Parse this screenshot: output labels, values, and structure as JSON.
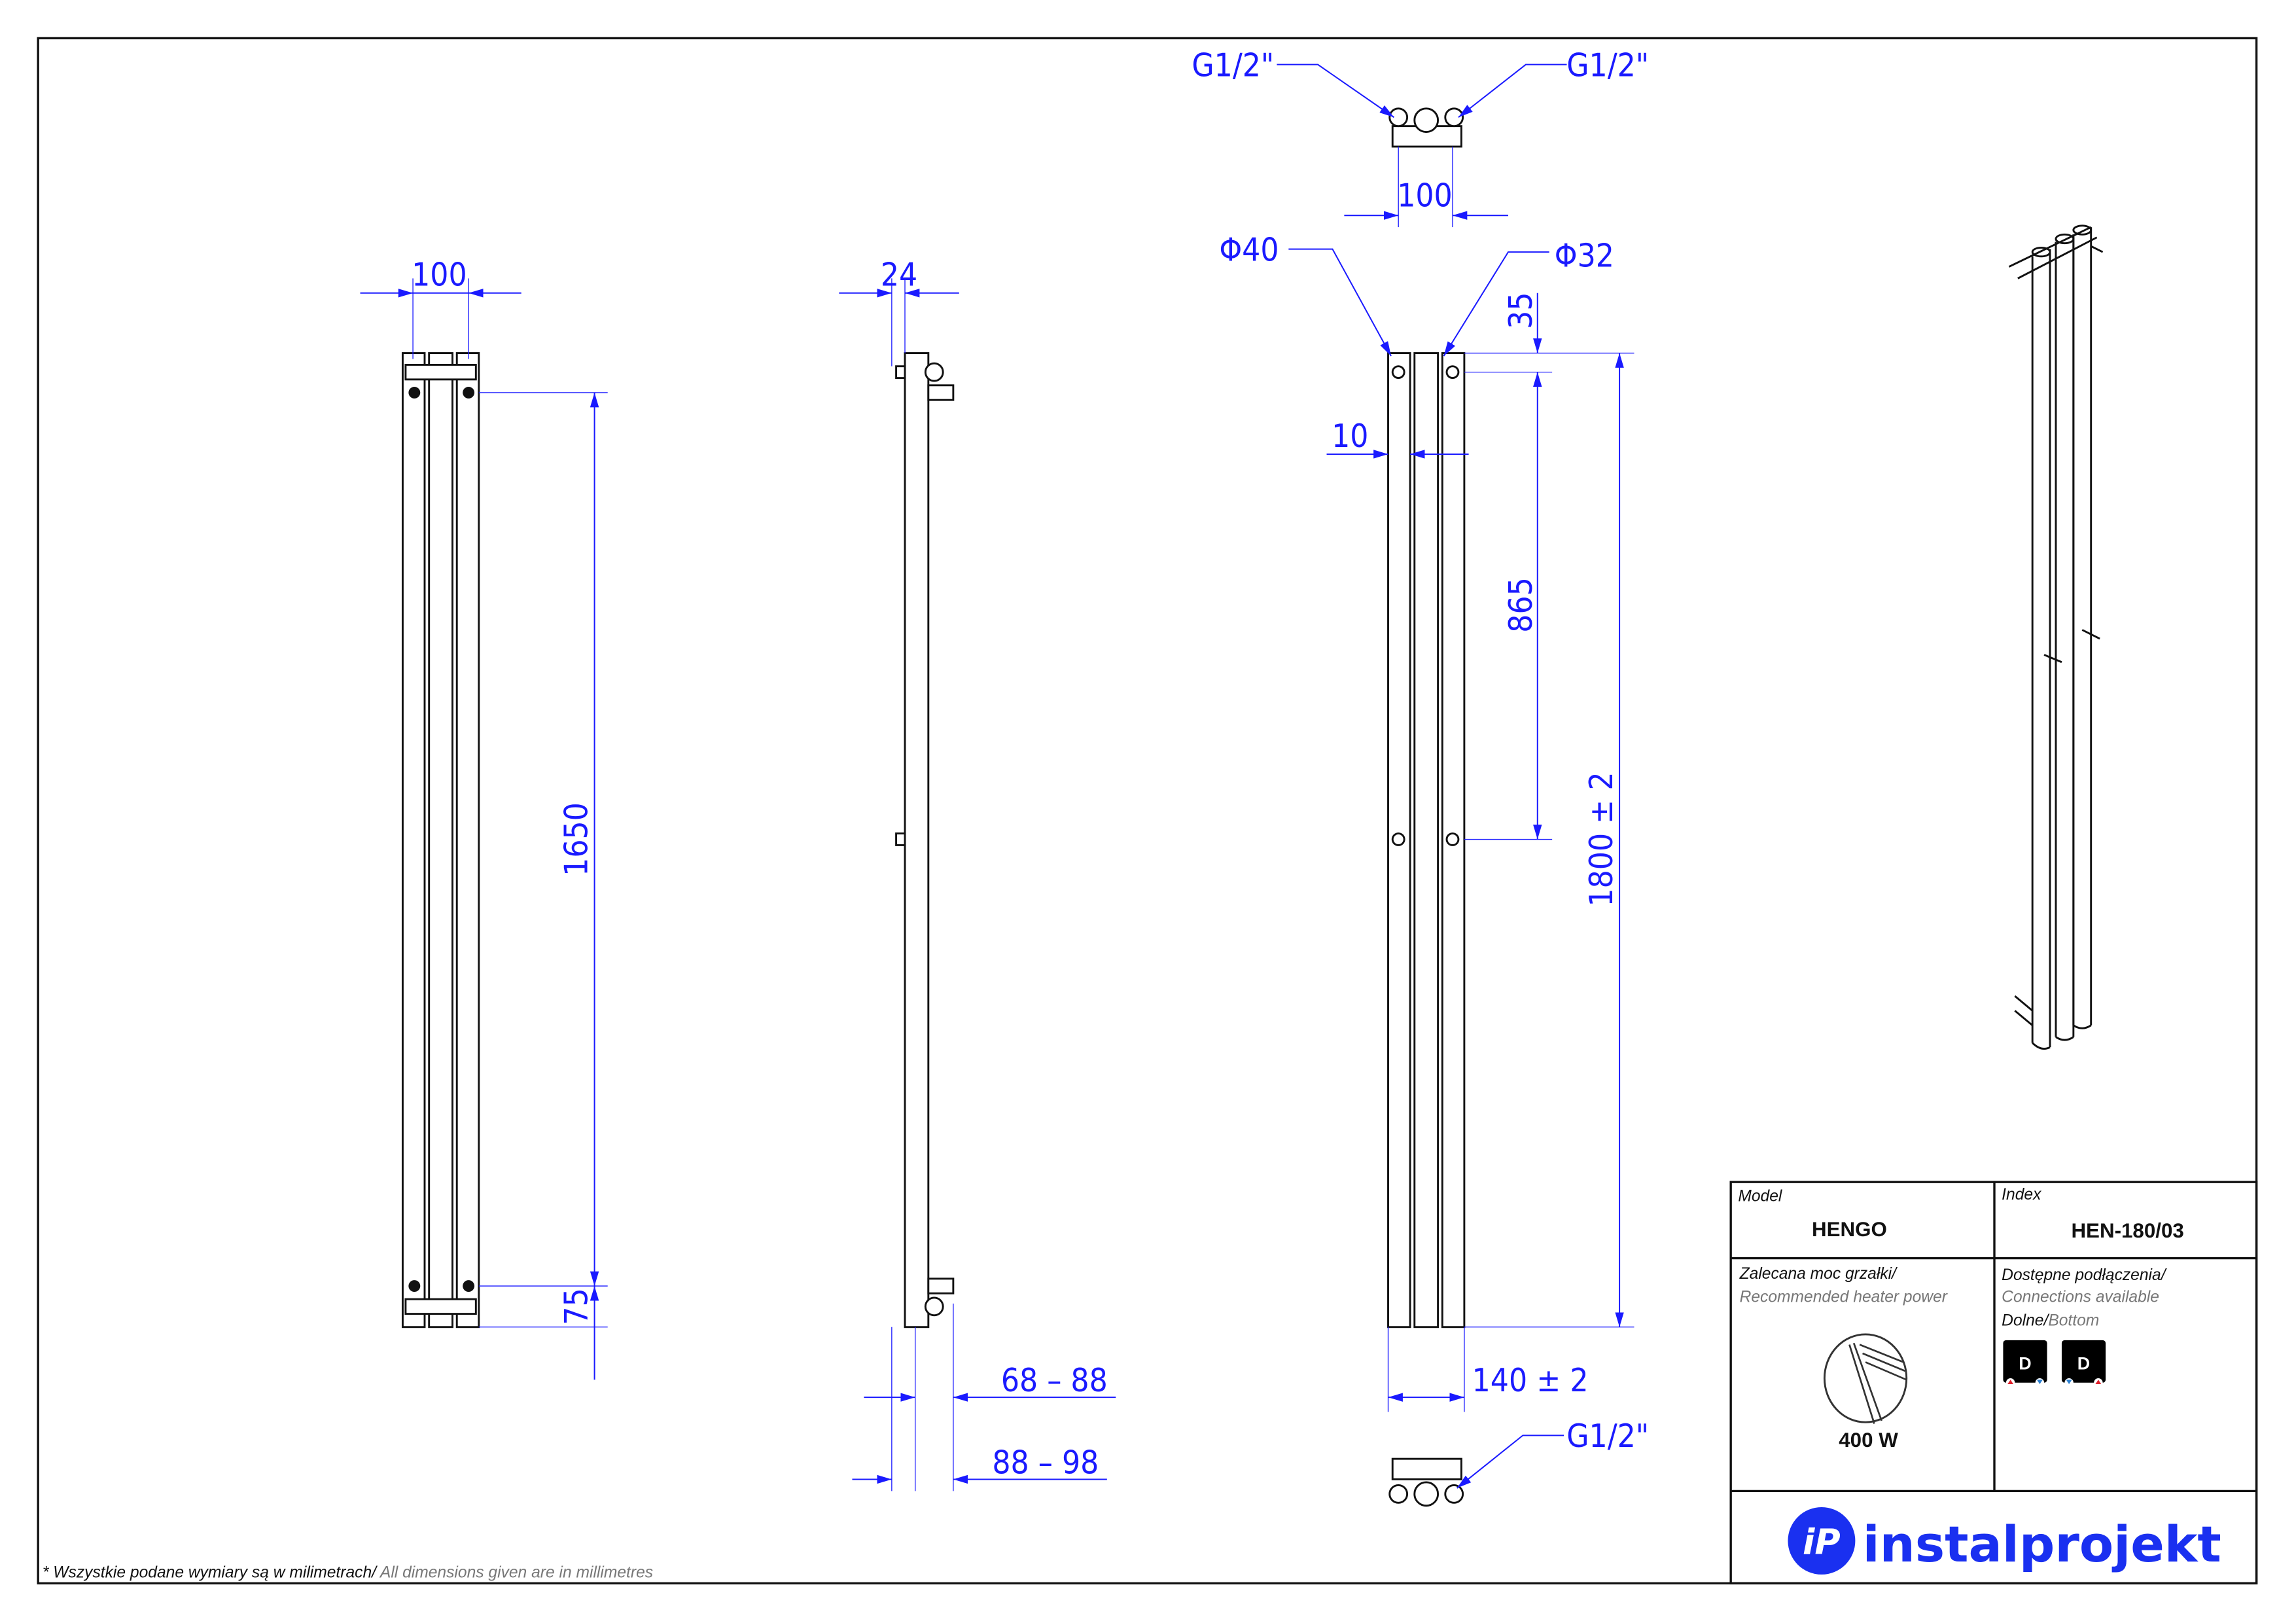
{
  "dimensions": {
    "front_width": "100",
    "front_height": "1650",
    "front_bottom": "75",
    "side_depth": "24",
    "side_wall_a": "68 – 88",
    "side_wall_b": "88 – 98",
    "phi_40": "Φ40",
    "phi_32": "Φ32",
    "top_offset": "35",
    "spacing": "865",
    "height": "1800 ± 2",
    "gap": "10",
    "connection_spacing": "140 ± 2",
    "top_thread_left": "G1/2\"",
    "top_thread_right": "G1/2\"",
    "top_spacing": "100",
    "bottom_thread": "G1/2\""
  },
  "title_block": {
    "model_label": "Model",
    "model_value": "HENGO",
    "index_label": "Index",
    "index_value": "HEN-180/03",
    "heater_label_pl": "Zalecana moc grzałki/",
    "heater_label_en": "Recommended heater power",
    "heater_power": "400 W",
    "connections_label_pl": "Dostępne podłączenia/",
    "connections_label_en": "Connections available",
    "connection_type_pl": "Dolne/",
    "connection_type_en": "Bottom",
    "connection_badges": [
      "D",
      "D"
    ],
    "brand": "instalprojekt",
    "brand_mark": "iP"
  },
  "footnote": {
    "pl": "* Wszystkie podane wymiary są w milimetrach/",
    "en": " All dimensions given are in millimetres"
  },
  "colors": {
    "dimension": "#1a1aff",
    "brand": "#1a30f0",
    "hot": "#e0202a",
    "cold": "#2a7fd0"
  }
}
